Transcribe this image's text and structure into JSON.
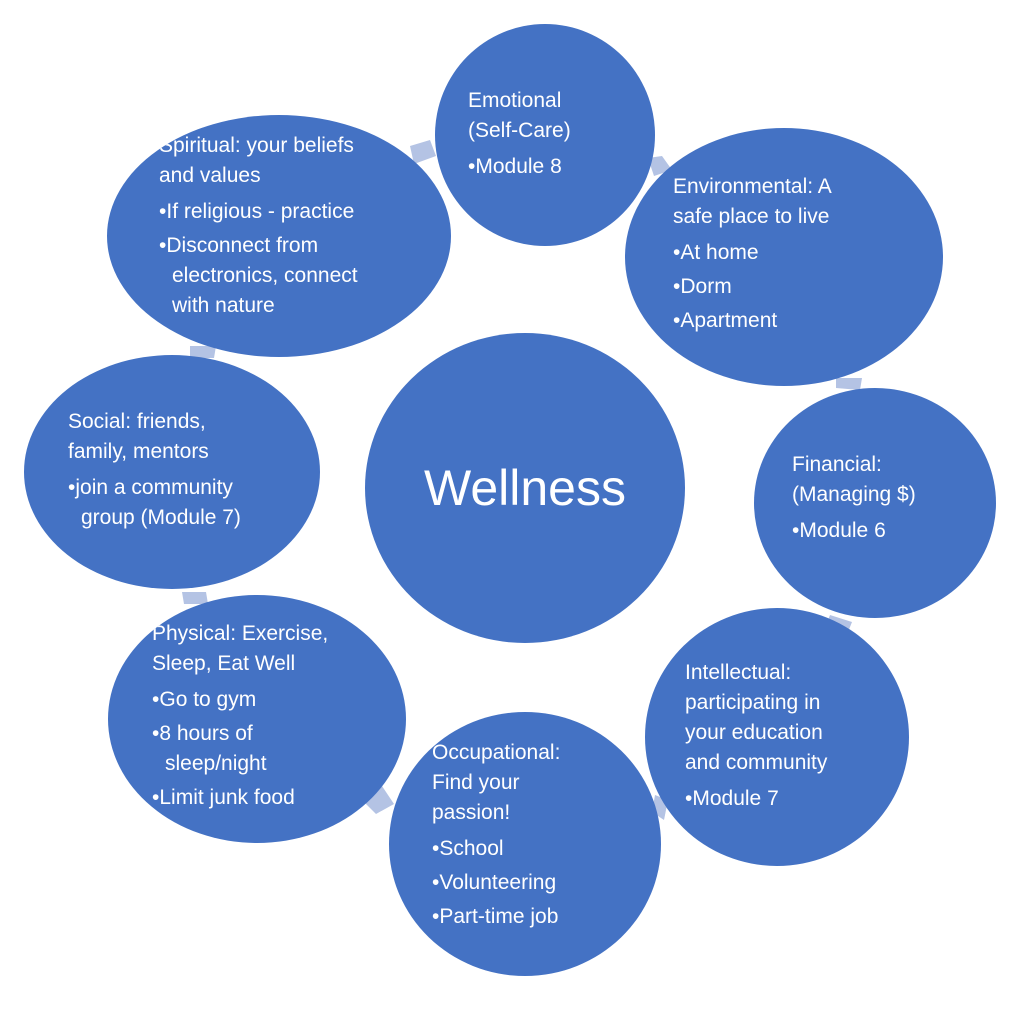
{
  "diagram": {
    "center_label": "Wellness",
    "node_color": "#4472c4",
    "connector_color": "#b4c3e4",
    "nodes": [
      {
        "id": "emotional",
        "title": "Emotional\n(Self-Care)",
        "items": [
          "Module 8"
        ]
      },
      {
        "id": "environmental",
        "title": "Environmental: A\nsafe place to live",
        "items": [
          "At home",
          "Dorm",
          "Apartment"
        ]
      },
      {
        "id": "financial",
        "title": "Financial:\n(Managing $)",
        "items": [
          "Module 6"
        ]
      },
      {
        "id": "intellectual",
        "title": "Intellectual:\nparticipating in\nyour education\nand community",
        "items": [
          "Module 7"
        ]
      },
      {
        "id": "occupational",
        "title": "Occupational:\nFind your\npassion!",
        "items": [
          "School",
          "Volunteering",
          "Part-time job"
        ]
      },
      {
        "id": "physical",
        "title": "Physical: Exercise,\nSleep, Eat Well",
        "items": [
          "Go to gym",
          "8 hours of\nsleep/night",
          "Limit junk food"
        ]
      },
      {
        "id": "social",
        "title": "Social: friends,\nfamily, mentors",
        "items": [
          "join a community\ngroup (Module 7)"
        ]
      },
      {
        "id": "spiritual",
        "title": "Spiritual: your beliefs\nand values",
        "items": [
          "If religious - practice",
          "Disconnect from\nelectronics, connect\nwith nature"
        ]
      }
    ]
  }
}
